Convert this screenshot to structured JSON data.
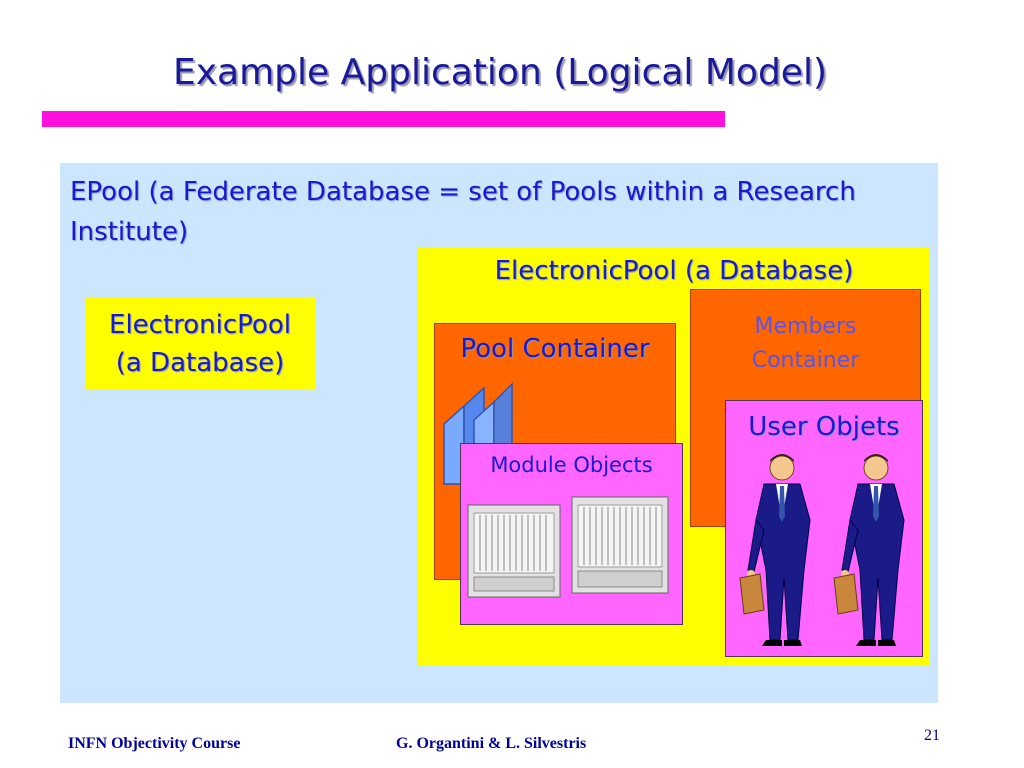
{
  "slide": {
    "title": "Example Application (Logical Model)",
    "epool_text": "EPool (a Federate Database = set of Pools within a Research Institute)",
    "small_db_line1": "ElectronicPool",
    "small_db_line2": "(a Database)",
    "big_db_text": "ElectronicPool (a Database)",
    "members_line1": "Members",
    "members_line2": "Container",
    "pool_container": "Pool Container",
    "module_objects": "Module Objects",
    "user_objects": "User Objets"
  },
  "footer": {
    "course": "INFN Objectivity Course",
    "authors": "G. Organtini & L. Silvestris",
    "page_number": "21"
  },
  "colors": {
    "title": "#1a1a99",
    "rule": "#ff11dd",
    "epool_bg": "#cce6ff",
    "database_bg": "#ffff00",
    "container_bg": "#ff6600",
    "objects_bg": "#ff66ff",
    "text": "#1a1acc"
  }
}
